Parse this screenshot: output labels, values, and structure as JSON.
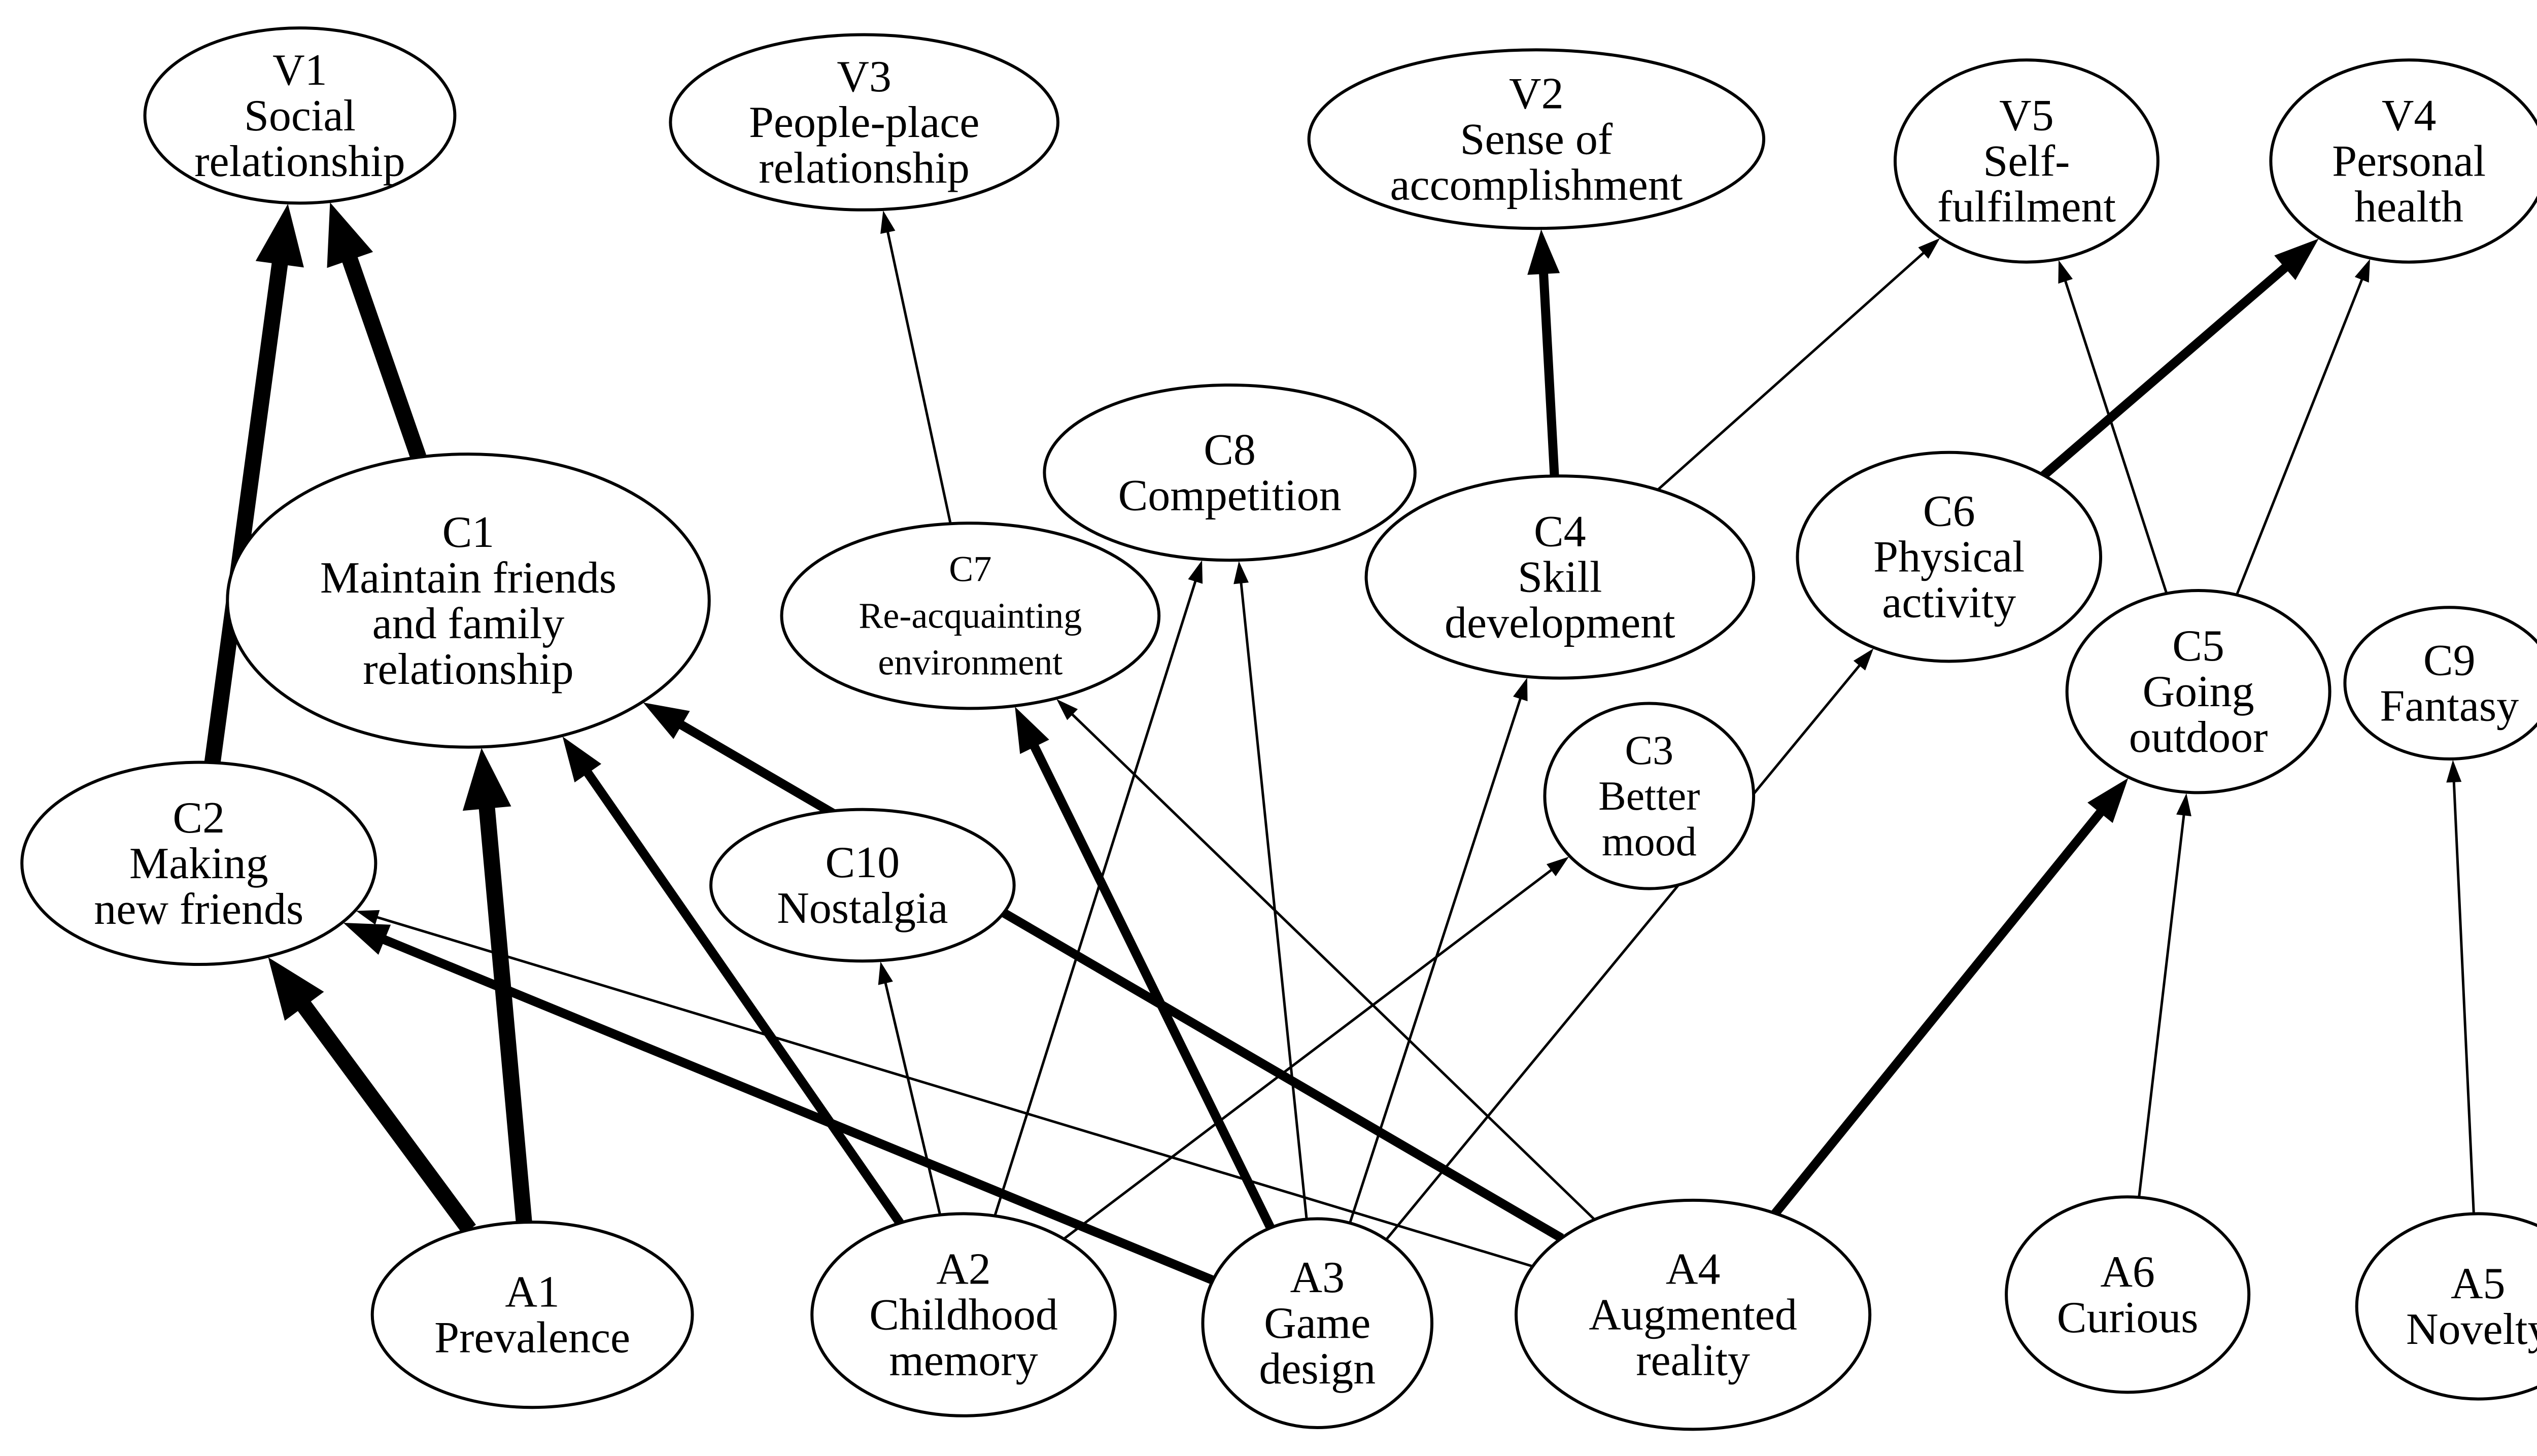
{
  "nodes": {
    "V1": {
      "lines": [
        "V1",
        "Social",
        "relationship"
      ]
    },
    "V3": {
      "lines": [
        "V3",
        "People-place",
        "relationship"
      ]
    },
    "V2": {
      "lines": [
        "V2",
        "Sense of",
        "accomplishment"
      ]
    },
    "V5": {
      "lines": [
        "V5",
        "Self-",
        "fulfilment"
      ]
    },
    "V4": {
      "lines": [
        "V4",
        "Personal",
        "health"
      ]
    },
    "C1": {
      "lines": [
        "C1",
        "Maintain friends",
        "and family",
        "relationship"
      ]
    },
    "C8": {
      "lines": [
        "C8",
        "Competition"
      ]
    },
    "C7": {
      "lines": [
        "C7",
        "Re-acquainting",
        "environment"
      ]
    },
    "C4": {
      "lines": [
        "C4",
        "Skill",
        "development"
      ]
    },
    "C6": {
      "lines": [
        "C6",
        "Physical",
        "activity"
      ]
    },
    "C5": {
      "lines": [
        "C5",
        "Going",
        "outdoor"
      ]
    },
    "C9": {
      "lines": [
        "C9",
        "Fantasy"
      ]
    },
    "C3": {
      "lines": [
        "C3",
        "Better",
        "mood"
      ]
    },
    "C2": {
      "lines": [
        "C2",
        "Making",
        "new friends"
      ]
    },
    "C10": {
      "lines": [
        "C10",
        "Nostalgia"
      ]
    },
    "A1": {
      "lines": [
        "A1",
        "Prevalence"
      ]
    },
    "A2": {
      "lines": [
        "A2",
        "Childhood",
        "memory"
      ]
    },
    "A3": {
      "lines": [
        "A3",
        "Game",
        "design"
      ]
    },
    "A4": {
      "lines": [
        "A4",
        "Augmented",
        "reality"
      ]
    },
    "A6": {
      "lines": [
        "A6",
        "Curious"
      ]
    },
    "A5": {
      "lines": [
        "A5",
        "Novelty"
      ]
    }
  },
  "edges": [
    {
      "from": "C2",
      "to": "V1",
      "strength": "very-strong"
    },
    {
      "from": "C1",
      "to": "V1",
      "strength": "very-strong"
    },
    {
      "from": "C7",
      "to": "V3",
      "strength": "weak"
    },
    {
      "from": "C4",
      "to": "V2",
      "strength": "strong"
    },
    {
      "from": "C4",
      "to": "V5",
      "strength": "weak"
    },
    {
      "from": "C6",
      "to": "V4",
      "strength": "strong"
    },
    {
      "from": "C5",
      "to": "V5",
      "strength": "weak"
    },
    {
      "from": "C5",
      "to": "V4",
      "strength": "weak"
    },
    {
      "from": "A1",
      "to": "C2",
      "strength": "very-strong"
    },
    {
      "from": "A1",
      "to": "C1",
      "strength": "very-strong"
    },
    {
      "from": "A2",
      "to": "C1",
      "strength": "strong"
    },
    {
      "from": "A2",
      "to": "C10",
      "strength": "weak"
    },
    {
      "from": "A2",
      "to": "C8",
      "strength": "weak"
    },
    {
      "from": "A2",
      "to": "C3",
      "strength": "weak"
    },
    {
      "from": "A3",
      "to": "C2",
      "strength": "strong"
    },
    {
      "from": "A3",
      "to": "C7",
      "strength": "strong"
    },
    {
      "from": "A3",
      "to": "C8",
      "strength": "weak"
    },
    {
      "from": "A3",
      "to": "C4",
      "strength": "weak"
    },
    {
      "from": "A3",
      "to": "C6",
      "strength": "weak"
    },
    {
      "from": "A4",
      "to": "C1",
      "strength": "strong"
    },
    {
      "from": "A4",
      "to": "C2",
      "strength": "weak"
    },
    {
      "from": "A4",
      "to": "C7",
      "strength": "weak"
    },
    {
      "from": "A4",
      "to": "C5",
      "strength": "strong"
    },
    {
      "from": "A6",
      "to": "C5",
      "strength": "weak"
    },
    {
      "from": "A5",
      "to": "C9",
      "strength": "weak"
    }
  ]
}
